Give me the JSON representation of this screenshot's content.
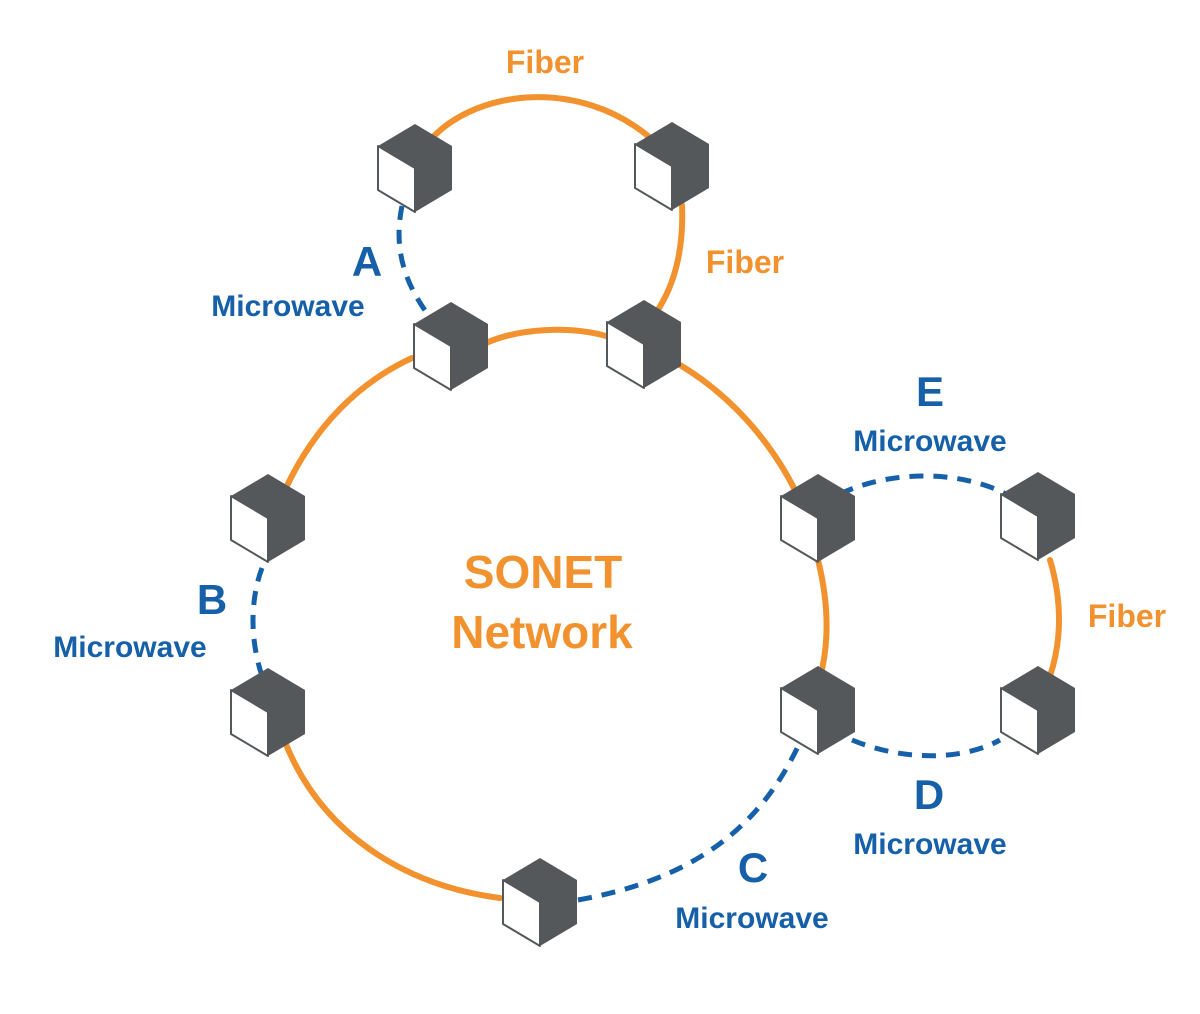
{
  "colors": {
    "fiber": "#F2922E",
    "microwave": "#1560A8",
    "node_dark": "#54585A",
    "node_light": "#ffffff"
  },
  "center": {
    "line1": "SONET",
    "line2": "Network"
  },
  "labels": {
    "fiber_top": "Fiber",
    "fiber_upper_right": "Fiber",
    "fiber_right": "Fiber",
    "link_a": {
      "letter": "A",
      "type": "Microwave"
    },
    "link_b": {
      "letter": "B",
      "type": "Microwave"
    },
    "link_c": {
      "letter": "C",
      "type": "Microwave"
    },
    "link_d": {
      "letter": "D",
      "type": "Microwave"
    },
    "link_e": {
      "letter": "E",
      "type": "Microwave"
    }
  },
  "nodes": [
    "node-1",
    "node-2",
    "node-3",
    "node-4",
    "node-5",
    "node-6",
    "node-7",
    "node-8",
    "node-9",
    "node-10",
    "node-11"
  ],
  "links": [
    {
      "from": "node-1",
      "to": "node-2",
      "medium": "fiber"
    },
    {
      "from": "node-2",
      "to": "node-4",
      "medium": "fiber"
    },
    {
      "from": "node-1",
      "to": "node-3",
      "medium": "microwave",
      "label": "A"
    },
    {
      "from": "node-3",
      "to": "node-4",
      "medium": "fiber"
    },
    {
      "from": "node-3",
      "to": "node-5",
      "medium": "fiber"
    },
    {
      "from": "node-5",
      "to": "node-7",
      "medium": "microwave",
      "label": "B"
    },
    {
      "from": "node-7",
      "to": "node-10",
      "medium": "fiber"
    },
    {
      "from": "node-10",
      "to": "node-9",
      "medium": "microwave",
      "label": "C"
    },
    {
      "from": "node-4",
      "to": "node-6",
      "medium": "fiber"
    },
    {
      "from": "node-6",
      "to": "node-9",
      "medium": "fiber"
    },
    {
      "from": "node-6",
      "to": "node-8",
      "medium": "microwave",
      "label": "E"
    },
    {
      "from": "node-8",
      "to": "node-11",
      "medium": "fiber"
    },
    {
      "from": "node-9",
      "to": "node-11",
      "medium": "microwave",
      "label": "D"
    }
  ]
}
